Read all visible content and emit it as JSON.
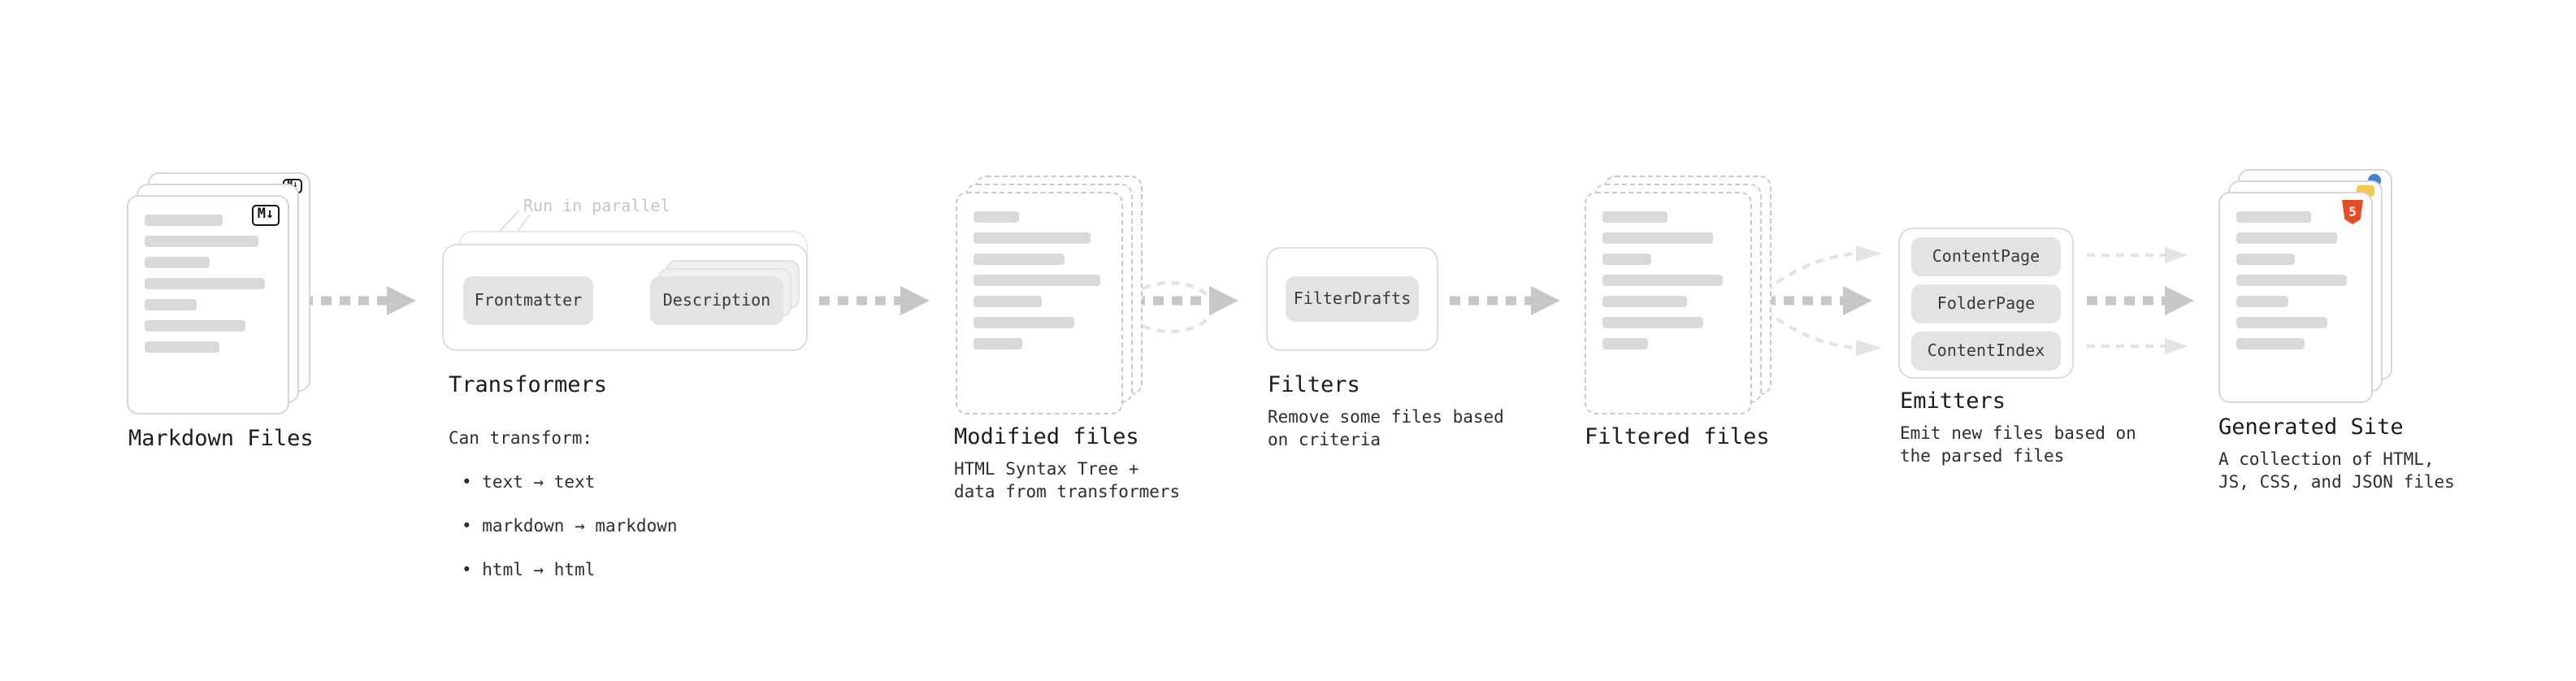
{
  "nodes": {
    "markdown_files": {
      "label": "Markdown Files"
    },
    "transformers": {
      "label": "Transformers",
      "callout": "Run in parallel",
      "boxes": [
        "Frontmatter",
        "Description"
      ],
      "note_title": "Can transform:",
      "note_items": [
        "• text → text",
        "• markdown → markdown",
        "• html → html"
      ]
    },
    "modified_files": {
      "label": "Modified files",
      "note": "HTML Syntax Tree +\ndata from transformers"
    },
    "filters": {
      "label": "Filters",
      "boxes": [
        "FilterDrafts"
      ],
      "note": "Remove some files based\non criteria"
    },
    "filtered_files": {
      "label": "Filtered files"
    },
    "emitters": {
      "label": "Emitters",
      "boxes": [
        "ContentPage",
        "FolderPage",
        "ContentIndex"
      ],
      "note": "Emit new files based on\nthe parsed files"
    },
    "generated_site": {
      "label": "Generated Site",
      "note": "A collection of HTML,\nJS, CSS, and JSON files"
    }
  },
  "icons": {
    "markdown_badge": "M↓",
    "html5_badge": "5"
  },
  "colors": {
    "arrow": "#c7c7c7",
    "arrow_faint": "#e3e3e3",
    "html5_orange": "#e44d26",
    "badge_blue": "#3b82d0",
    "badge_yellow": "#f2c94c"
  }
}
